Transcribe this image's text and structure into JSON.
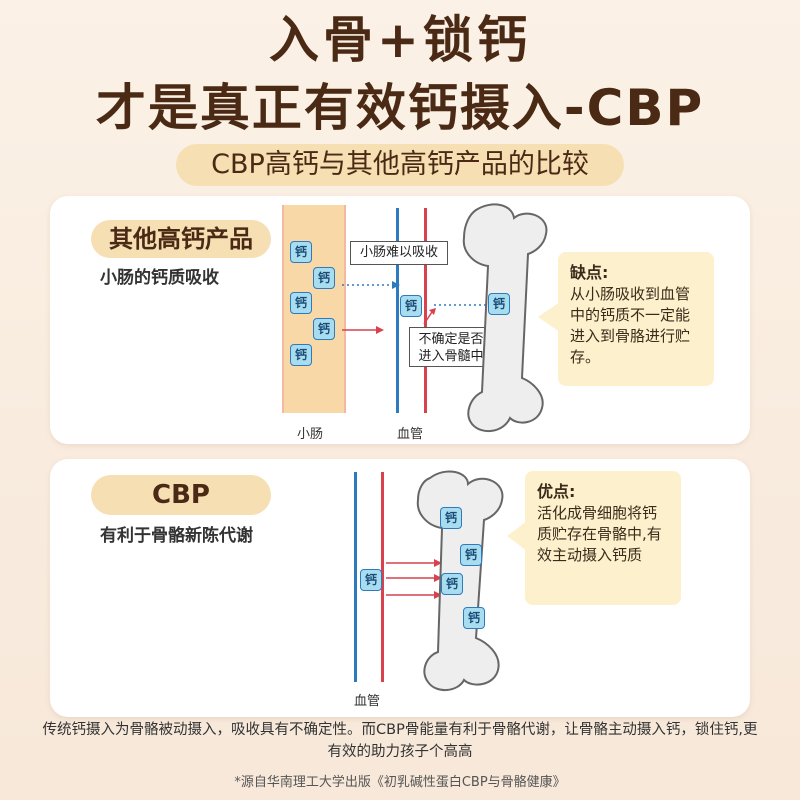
{
  "header": {
    "title_line1": "入骨+锁钙",
    "title_line2": "才是真正有效钙摄入-CBP",
    "subtitle": "CBP高钙与其他高钙产品的比较"
  },
  "panel_other": {
    "label": "其他高钙产品",
    "caption": "小肠的钙质吸收",
    "ca_glyph": "钙",
    "callout_top": "小肠难以吸收",
    "callout_bottom_line1": "不确定是否",
    "callout_bottom_line2": "进入骨髓中",
    "label_intestine": "小肠",
    "label_vessel": "血管",
    "note_title": "缺点:",
    "note_text": "从小肠吸收到血管中的钙质不一定能进入到骨胳进行贮存。"
  },
  "panel_cbp": {
    "label": "CBP",
    "caption": "有利于骨骼新陈代谢",
    "ca_glyph": "钙",
    "label_vessel": "血管",
    "note_title": "优点:",
    "note_text": "活化成骨细胞将钙质贮存在骨骼中,有效主动摄入钙质"
  },
  "footer": {
    "text": "传统钙摄入为骨骼被动摄入，吸收具有不确定性。而CBP骨能量有利于骨骼代谢，让骨骼主动摄入钙，锁住钙,更有效的助力孩子个高高",
    "source": "*源自华南理工大学出版《初乳碱性蛋白CBP与骨骼健康》"
  },
  "colors": {
    "title_brown": "#4a2a14",
    "pill_bg": "#f6dfb3",
    "vessel_blue": "#2d7bbe",
    "vessel_red": "#d9414f",
    "note_bg": "#fdf0cc"
  }
}
